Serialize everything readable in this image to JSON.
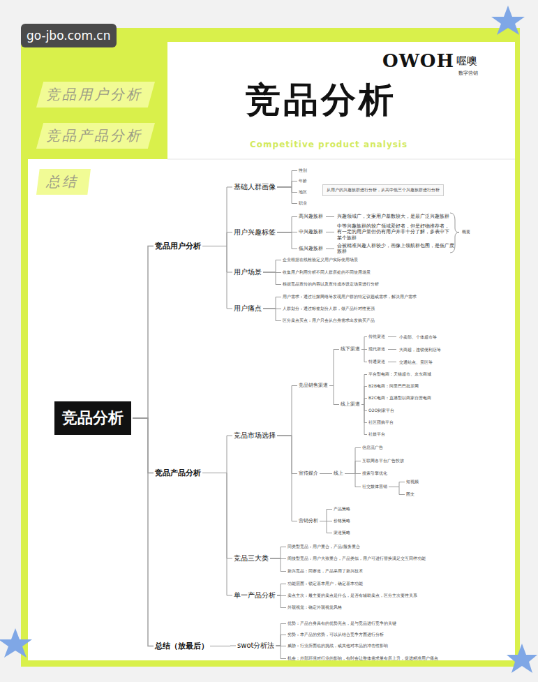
{
  "diagram": {
    "title": "竞品分析",
    "nodes": [
      {
        "text": [
          "竞品用户分析"
        ]
      },
      {
        "text": [
          "竞品产品分析"
        ]
      },
      {
        "text": [
          "总结"
        ]
      },
      {
        "text": [
          "竞品分析"
        ]
      },
      {
        "text": [
          "竞品用户分析"
        ]
      },
      {
        "text": [
          "基础人群画像"
        ]
      },
      {
        "text": [
          "性别"
        ]
      },
      {
        "text": [
          "年龄"
        ]
      },
      {
        "text": [
          "地区"
        ]
      },
      {
        "text": [
          "职业"
        ]
      },
      {
        "text": [
          "用户兴趣标签"
        ]
      },
      {
        "text": [
          "高兴趣族群",
          "兴趣领域广，文案用户基数较大，是最广泛兴趣族群"
        ]
      },
      {
        "text": [
          "中兴趣族群",
          "中等兴趣族群的较广领域爱好者，但是好物推荐者，有一定的用户量但仍有用户并非十分了解，多表中下某个族群"
        ]
      },
      {
        "text": [
          "低兴趣族群",
          "会被精准兴趣人群较少，画像上领航群包围，是低广度族群"
        ]
      },
      {
        "text": [
          "用户场景"
        ]
      },
      {
        "text": [
          "企业根据在线检验定义用户实际使用场景"
        ]
      },
      {
        "text": [
          "收集用户利用分析不同人群所处的不同使用场景"
        ]
      },
      {
        "text": [
          "根据竞品宣传的内容以及宣传成本设定场景进行分析"
        ]
      },
      {
        "text": [
          "用户痛点"
        ]
      },
      {
        "text": [
          "用户需求：通过社媒网络等发现用户群的特定议题或需求，解决用户需求"
        ]
      },
      {
        "text": [
          "人群划分：通过标签划分人群，做产品针对性更强"
        ]
      },
      {
        "text": [
          "区分卖点买点：用户只会从自身需求出发购买产品"
        ]
      },
      {
        "text": [
          "竞品产品分析"
        ]
      },
      {
        "text": [
          "竞品市场选择"
        ]
      },
      {
        "text": [
          "竞品销售渠道"
        ]
      },
      {
        "text": [
          "线下渠道"
        ]
      },
      {
        "text": [
          "传统渠道",
          "小卖部、个体超市等"
        ]
      },
      {
        "text": [
          "现代渠道",
          "大商超，连锁便利店等"
        ]
      },
      {
        "text": [
          "特通渠道",
          "交通站点、景区等"
        ]
      },
      {
        "text": [
          "线上渠道"
        ]
      },
      {
        "text": [
          "平台型电商：天猫超市、京东商城"
        ]
      },
      {
        "text": [
          "B2B电商：阿里巴巴批发网"
        ]
      },
      {
        "text": [
          "B2C电商：直播型以商家自营电商"
        ]
      },
      {
        "text": [
          "O2O到家平台"
        ]
      },
      {
        "text": [
          "社区团购平台"
        ]
      },
      {
        "text": [
          "社媒平台"
        ]
      },
      {
        "text": [
          "宣传媒介"
        ]
      },
      {
        "text": [
          "线上"
        ]
      },
      {
        "text": [
          "信息流广告"
        ]
      },
      {
        "text": [
          "互联网各平台广告投放"
        ]
      },
      {
        "text": [
          "搜索引擎优化"
        ]
      },
      {
        "text": [
          "社交媒体营销"
        ]
      },
      {
        "text": [
          "短视频"
        ]
      },
      {
        "text": [
          "图文"
        ]
      },
      {
        "text": [
          "营销分析"
        ]
      },
      {
        "text": [
          "产品策略"
        ]
      },
      {
        "text": [
          "价格策略"
        ]
      },
      {
        "text": [
          "渠道策略"
        ]
      },
      {
        "text": [
          "竞品三大类"
        ]
      },
      {
        "text": [
          "同类型竞品：用户重合，产品/服务重合"
        ]
      },
      {
        "text": [
          "间接型竞品：用户大致重合，产品类似，用户可进行替换满足交互同样功能"
        ]
      },
      {
        "text": [
          "新兴竞品：同赛道，产品采用了新兴技术"
        ]
      },
      {
        "text": [
          "单一产品分析"
        ]
      },
      {
        "text": [
          "功能层面：锁定基本用户，确定基本功能"
        ]
      },
      {
        "text": [
          "卖点主次：最主要的卖点是什么，是否有辅助卖点，区分主次要性关系"
        ]
      },
      {
        "text": [
          "外观视觉：确定外观视觉风格"
        ]
      },
      {
        "text": [
          "总结（放最后）"
        ]
      },
      {
        "text": [
          "swot分析法"
        ]
      },
      {
        "text": [
          "优势：产品自身具有的优势亮点，是与竞品进行竞争的关键"
        ]
      },
      {
        "text": [
          "劣势：本产品的劣势，可以从结合竞争方面进行分析"
        ]
      },
      {
        "text": [
          "威胁：行业所面临的挑战，或其他对本品的冲击性影响"
        ]
      },
      {
        "text": [
          "机会：外部环境对行业的影响，有时会让整体需求量有所上升，促进精准用户痛点"
        ]
      }
    ],
    "edges": [
      {
        "from": 3,
        "to": 4,
        "arrow": "none"
      },
      {
        "from": 3,
        "to": 22,
        "arrow": "none"
      },
      {
        "from": 3,
        "to": 56,
        "arrow": "none"
      },
      {
        "from": 4,
        "to": 5,
        "arrow": "none"
      },
      {
        "from": 4,
        "to": 10,
        "arrow": "none"
      },
      {
        "from": 4,
        "to": 14,
        "arrow": "none"
      },
      {
        "from": 4,
        "to": 18,
        "arrow": "none"
      },
      {
        "from": 5,
        "to": 6,
        "arrow": "none"
      },
      {
        "from": 5,
        "to": 7,
        "arrow": "none"
      },
      {
        "from": 5,
        "to": 8,
        "arrow": "none"
      },
      {
        "from": 5,
        "to": 9,
        "arrow": "none"
      },
      {
        "from": 10,
        "to": 11,
        "arrow": "none"
      },
      {
        "from": 10,
        "to": 12,
        "arrow": "none"
      },
      {
        "from": 10,
        "to": 13,
        "arrow": "none"
      },
      {
        "from": 14,
        "to": 15,
        "arrow": "none"
      },
      {
        "from": 14,
        "to": 16,
        "arrow": "none"
      },
      {
        "from": 14,
        "to": 17,
        "arrow": "none"
      },
      {
        "from": 18,
        "to": 19,
        "arrow": "none"
      },
      {
        "from": 18,
        "to": 20,
        "arrow": "none"
      },
      {
        "from": 18,
        "to": 21,
        "arrow": "none"
      },
      {
        "from": 22,
        "to": 23,
        "arrow": "none"
      },
      {
        "from": 22,
        "to": 48,
        "arrow": "none"
      },
      {
        "from": 22,
        "to": 52,
        "arrow": "none"
      },
      {
        "from": 23,
        "to": 24,
        "arrow": "none"
      },
      {
        "from": 23,
        "to": 36,
        "arrow": "none"
      },
      {
        "from": 23,
        "to": 44,
        "arrow": "none"
      },
      {
        "from": 24,
        "to": 25,
        "arrow": "none"
      },
      {
        "from": 24,
        "to": 29,
        "arrow": "none"
      },
      {
        "from": 25,
        "to": 26,
        "arrow": "none"
      },
      {
        "from": 25,
        "to": 27,
        "arrow": "none"
      },
      {
        "from": 25,
        "to": 28,
        "arrow": "none"
      },
      {
        "from": 29,
        "to": 30,
        "arrow": "none"
      },
      {
        "from": 29,
        "to": 31,
        "arrow": "none"
      },
      {
        "from": 29,
        "to": 32,
        "arrow": "none"
      },
      {
        "from": 29,
        "to": 33,
        "arrow": "none"
      },
      {
        "from": 29,
        "to": 34,
        "arrow": "none"
      },
      {
        "from": 29,
        "to": 35,
        "arrow": "none"
      },
      {
        "from": 36,
        "to": 37,
        "arrow": "none"
      },
      {
        "from": 37,
        "to": 38,
        "arrow": "none"
      },
      {
        "from": 37,
        "to": 39,
        "arrow": "none"
      },
      {
        "from": 37,
        "to": 40,
        "arrow": "none"
      },
      {
        "from": 37,
        "to": 41,
        "arrow": "none"
      },
      {
        "from": 41,
        "to": 42,
        "arrow": "none"
      },
      {
        "from": 41,
        "to": 43,
        "arrow": "none"
      },
      {
        "from": 44,
        "to": 45,
        "arrow": "none"
      },
      {
        "from": 44,
        "to": 46,
        "arrow": "none"
      },
      {
        "from": 44,
        "to": 47,
        "arrow": "none"
      },
      {
        "from": 48,
        "to": 49,
        "arrow": "none"
      },
      {
        "from": 48,
        "to": 50,
        "arrow": "none"
      },
      {
        "from": 48,
        "to": 51,
        "arrow": "none"
      },
      {
        "from": 52,
        "to": 53,
        "arrow": "none"
      },
      {
        "from": 52,
        "to": 54,
        "arrow": "none"
      },
      {
        "from": 52,
        "to": 55,
        "arrow": "none"
      },
      {
        "from": 56,
        "to": 57,
        "arrow": "none"
      },
      {
        "from": 57,
        "to": 58,
        "arrow": "none"
      },
      {
        "from": 57,
        "to": 59,
        "arrow": "none"
      },
      {
        "from": 57,
        "to": 60,
        "arrow": "none"
      },
      {
        "from": 57,
        "to": 61,
        "arrow": "none"
      }
    ],
    "labels": [
      "go-jbo.com.cn",
      "OWOH",
      "喔噢",
      "数字营销",
      "Competitive product analysis",
      "从用户的兴趣族群进行分析，从高中低三个兴趣族群进行分析",
      "概要"
    ]
  }
}
